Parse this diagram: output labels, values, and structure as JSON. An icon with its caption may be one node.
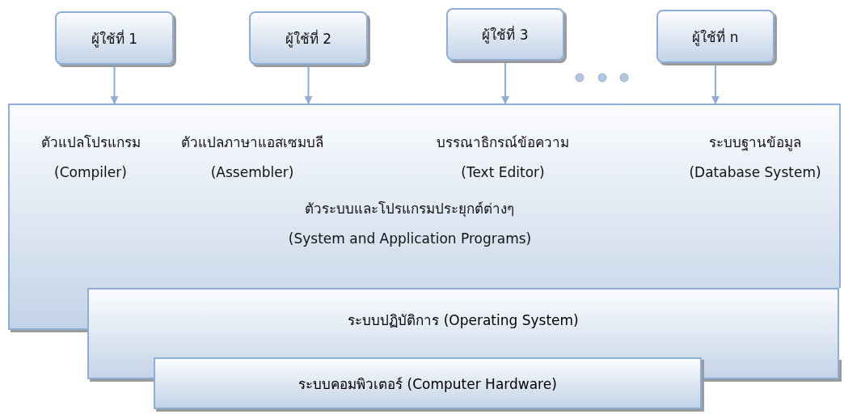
{
  "diagram": {
    "nodes": [
      {
        "text": [
          "ผู้ใช้ที่ 1"
        ]
      },
      {
        "text": [
          "ผู้ใช้ที่ 2"
        ]
      },
      {
        "text": [
          "ผู้ใช้ที่ 3"
        ]
      },
      {
        "text": [
          "ผู้ใช้ที่ n"
        ]
      },
      {
        "text": [
          "ตัวแปลโปรแกรม (Compiler)",
          "ตัวแปลภาษาแอสเซมบลี (Assembler)",
          "บรรณาธิกรณ์ข้อความ (Text Editor)",
          "ระบบฐานข้อมูล (Database System)",
          "ตัวระบบและโปรแกรมประยุกต์ต่างๆ (System and Application Programs)"
        ]
      },
      {
        "text": [
          "ระบบปฏิบัติการ (Operating System)"
        ]
      },
      {
        "text": [
          "ระบบคอมพิวเตอร์ (Computer Hardware)"
        ]
      }
    ],
    "edges": [
      {
        "from": 0,
        "to": 4,
        "arrow": "to"
      },
      {
        "from": 1,
        "to": 4,
        "arrow": "to"
      },
      {
        "from": 2,
        "to": 4,
        "arrow": "to"
      },
      {
        "from": 3,
        "to": 4,
        "arrow": "to"
      }
    ]
  }
}
